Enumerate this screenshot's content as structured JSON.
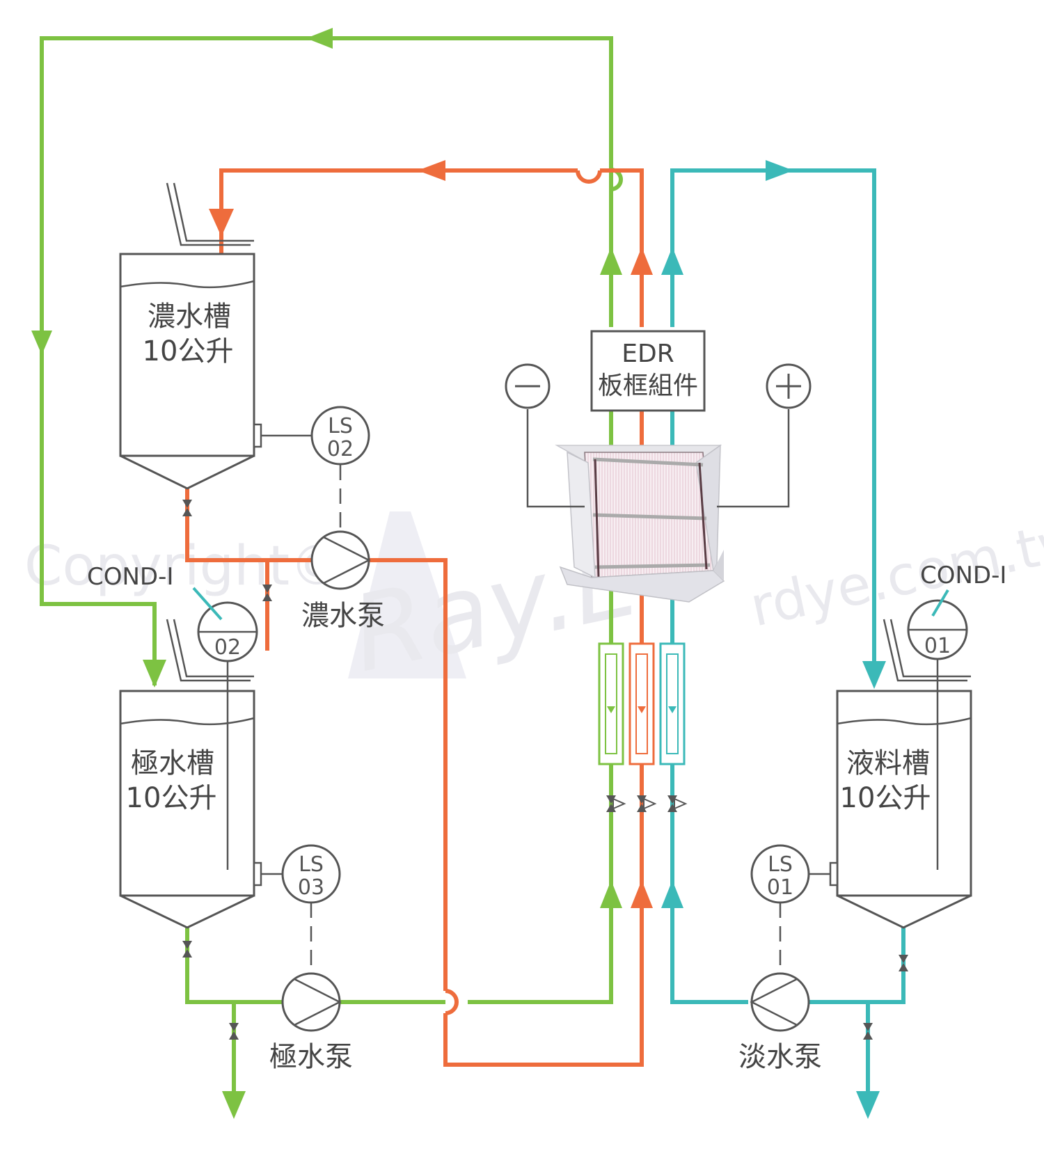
{
  "colors": {
    "green": "#7dc242",
    "orange": "#ee6c3c",
    "teal": "#3bb9b8",
    "gray": "#555555"
  },
  "tanks": {
    "concentrate": {
      "name": "濃水槽",
      "capacity": "10公升"
    },
    "electrode": {
      "name": "極水槽",
      "capacity": "10公升"
    },
    "feed": {
      "name": "液料槽",
      "capacity": "10公升"
    }
  },
  "pumps": {
    "concentrate": "濃水泵",
    "electrode": "極水泵",
    "dilute": "淡水泵"
  },
  "edr": {
    "line1": "EDR",
    "line2": "板框組件"
  },
  "electrodes": {
    "negative": "−",
    "positive": "+"
  },
  "instruments": {
    "ls02": {
      "tag": "LS",
      "num": "02"
    },
    "ls03": {
      "tag": "LS",
      "num": "03"
    },
    "ls01": {
      "tag": "LS",
      "num": "01"
    },
    "cond02": {
      "label": "COND-I",
      "num": "02"
    },
    "cond01": {
      "label": "COND-I",
      "num": "01"
    }
  },
  "watermark": {
    "left": "Copyright©",
    "center": "Ray.E",
    "right": "rdye.com.tw"
  }
}
